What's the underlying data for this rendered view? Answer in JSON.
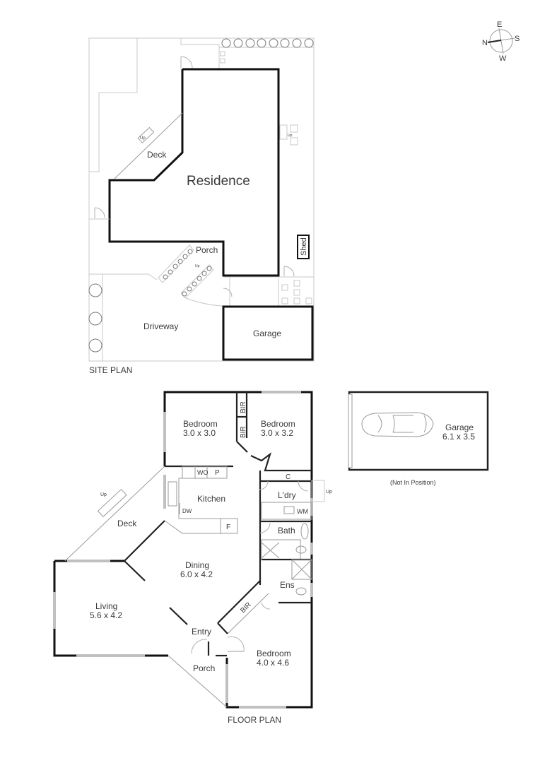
{
  "compass": {
    "n": "N",
    "e": "E",
    "s": "S",
    "w": "W"
  },
  "site_plan": {
    "title": "SITE PLAN",
    "labels": {
      "residence": "Residence",
      "deck": "Deck",
      "porch": "Porch",
      "shed": "Shed",
      "driveway": "Driveway",
      "garage": "Garage",
      "up_deck": "Up",
      "up_porch": "Up",
      "up_side": "Up"
    }
  },
  "floor_plan": {
    "title": "FLOOR PLAN",
    "rooms": [
      {
        "name": "Bedroom",
        "size": "3.0 x 3.0"
      },
      {
        "name": "Bedroom",
        "size": "3.0 x 3.2"
      },
      {
        "name": "Kitchen",
        "size": ""
      },
      {
        "name": "Deck",
        "size": ""
      },
      {
        "name": "Dining",
        "size": "6.0 x 4.2"
      },
      {
        "name": "Living",
        "size": "5.6 x 4.2"
      },
      {
        "name": "L'dry",
        "size": ""
      },
      {
        "name": "Bath",
        "size": ""
      },
      {
        "name": "Ens",
        "size": ""
      },
      {
        "name": "Entry",
        "size": ""
      },
      {
        "name": "Porch",
        "size": ""
      },
      {
        "name": "Bedroom",
        "size": "4.0 x 4.6"
      }
    ],
    "fixtures": {
      "bir1": "BIR",
      "bir2": "BIR",
      "bir3": "BIR",
      "wo": "WO",
      "p": "P",
      "dw": "DW",
      "f": "F",
      "c": "C",
      "wm": "WM",
      "up_deck": "Up",
      "up_side": "Up"
    }
  },
  "garage_plan": {
    "name": "Garage",
    "size": "6.1 x 3.5",
    "note": "(Not In Position)"
  }
}
